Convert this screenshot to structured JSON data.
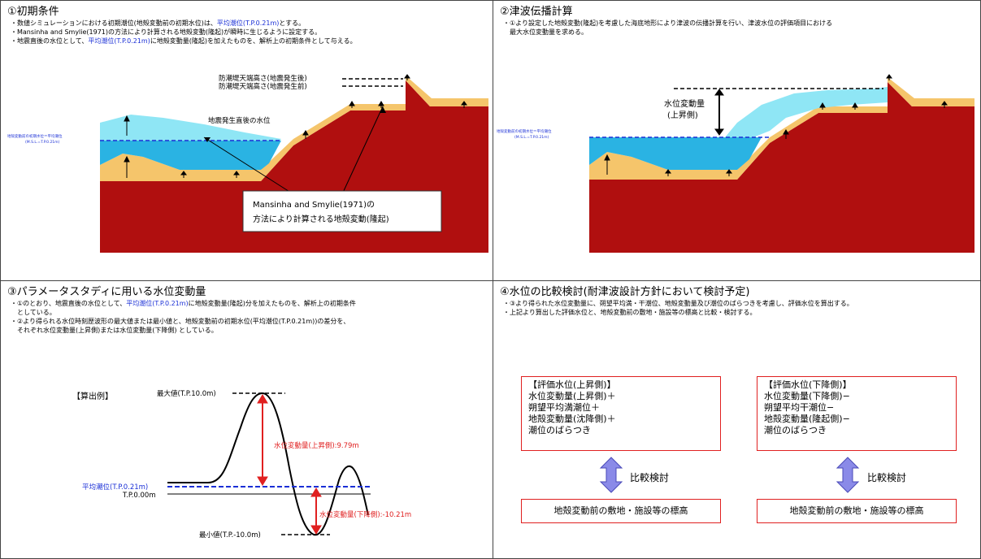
{
  "panel1": {
    "title": "①初期条件",
    "lines": [
      {
        "a": "・数値シミュレーションにおける初期潮位(地殻変動前の初期水位)は、",
        "b": "平均潮位(T.P.0.21m)",
        "c": "とする。"
      },
      {
        "a": "・Mansinha and Smylie(1971)の方法により計算される地殻変動(隆起)が瞬時に生じるように設定する。",
        "b": "",
        "c": ""
      },
      {
        "a": "・地震直後の水位として、",
        "b": "平均潮位(T.P.0.21m)",
        "c": "に地殻変動量(隆起)を加えたものを、解析上の初期条件として与える。"
      }
    ],
    "label_after": "防潮堤天端高さ(地震発生後)",
    "label_before": "防潮堤天端高さ(地震発生前)",
    "label_water_after": "地震発生直後の水位",
    "label_initial_1": "地殻変動前の初期水位＝平均潮位",
    "label_initial_2": "(M.S.L.=T.P.0.21m)",
    "callout_1": "Mansinha and Smylie(1971)の",
    "callout_2": "方法により計算される地殻変動(隆起)"
  },
  "panel2": {
    "title": "②津波伝播計算",
    "lines": [
      "・①より設定した地殻変動(隆起)を考慮した海底地形により津波の伝播計算を行い、津波水位の評価項目における",
      "　最大水位変動量を求める。"
    ],
    "label_var_1": "水位変動量",
    "label_var_2": "(上昇側)",
    "label_initial_1": "地殻変動前の初期水位＝平均潮位",
    "label_initial_2": "(M.S.L.=T.P.0.21m)"
  },
  "panel3": {
    "title": "③パラメータスタディに用いる水位変動量",
    "line1_a": "・①のとおり、地震直後の水位として、",
    "line1_b": "平均潮位(T.P.0.21m)",
    "line1_c": "に地殻変動量(隆起)分を加えたものを、解析上の初期条件",
    "line2": "　としている。",
    "line3": "・②より得られる水位時刻歴波形の最大値または最小値と、地殻変動前の初期水位(平均潮位(T.P.0.21m))の差分を、",
    "line4": "　それぞれ水位変動量(上昇側)または水位変動量(下降側) としている。",
    "example": "【算出例】",
    "max_label": "最大値(T.P.10.0m)",
    "mean_label": "平均潮位(T.P.0.21m)",
    "zero_label": "T.P.0.00m",
    "min_label": "最小値(T.P.-10.0m)",
    "rise_label": "水位変動量(上昇側):9.79m",
    "fall_label": "水位変動量(下降側):-10.21m"
  },
  "panel4": {
    "title": "④水位の比較検討(耐津波設計方針において検討予定)",
    "lines": [
      "・③より得られた水位変動量に、朔望平均満・干潮位、地殻変動量及び潮位のばらつきを考慮し、評価水位を算出する。",
      "・上記より算出した評価水位と、地殻変動前の敷地・施設等の標高と比較・検討する。"
    ],
    "left_box": [
      "【評価水位(上昇側)】",
      "水位変動量(上昇側)＋",
      "朔望平均満潮位＋",
      "地殻変動量(沈降側)＋",
      "潮位のばらつき"
    ],
    "right_box": [
      "【評価水位(下降側)】",
      "水位変動量(下降側)−",
      "朔望平均干潮位−",
      "地殻変動量(隆起側)−",
      "潮位のばらつき"
    ],
    "compare": "比較検討",
    "bottom_box": "地殻変動前の敷地・施設等の標高"
  },
  "colors": {
    "ground": "#b00f0f",
    "sand": "#f5c56b",
    "water_upper": "#8fe6f5",
    "water_lower": "#2ab3e3",
    "accent_blue": "#1a2fd6",
    "accent_red": "#e02020",
    "arrow_fill": "#8a8ae8"
  }
}
